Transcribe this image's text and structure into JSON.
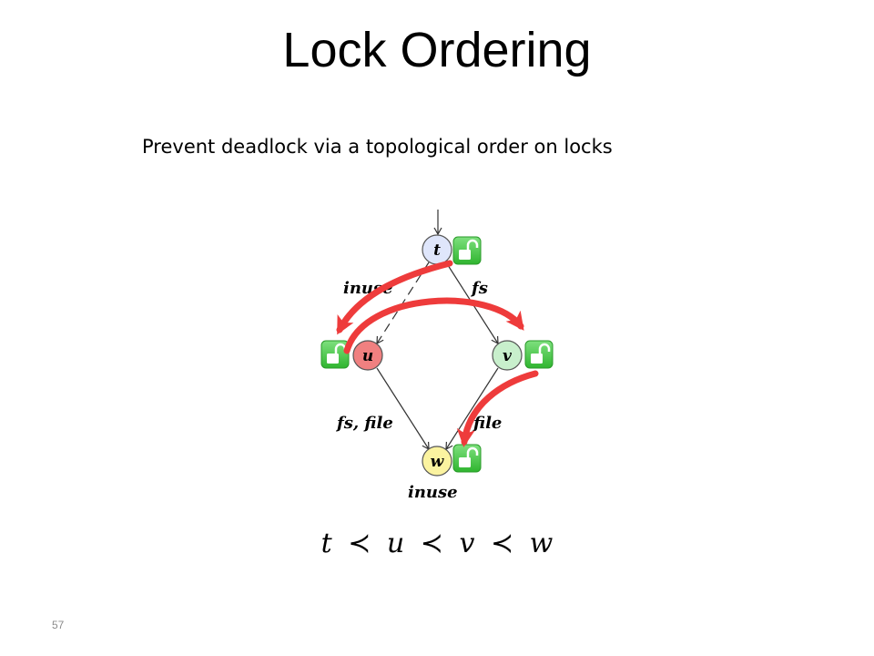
{
  "slide": {
    "title": "Lock Ordering",
    "subtitle": "Prevent deadlock via a topological order on locks",
    "page_number": "57"
  },
  "diagram": {
    "nodes": [
      {
        "id": "t",
        "label": "t",
        "color": "#dfe6fb"
      },
      {
        "id": "u",
        "label": "u",
        "color": "#f08080"
      },
      {
        "id": "v",
        "label": "v",
        "color": "#c8efcc"
      },
      {
        "id": "w",
        "label": "w",
        "color": "#fbf3a0"
      }
    ],
    "edge_labels": {
      "t_u": "inuse",
      "t_v": "fs",
      "u_w": "fs, file",
      "v_w": "file",
      "w_below": "inuse"
    },
    "lock_icons": [
      {
        "node": "t",
        "icon": "unlocked-padlock-icon"
      },
      {
        "node": "u",
        "icon": "unlocked-padlock-icon"
      },
      {
        "node": "v",
        "icon": "unlocked-padlock-icon"
      },
      {
        "node": "w",
        "icon": "unlocked-padlock-icon"
      }
    ],
    "colors": {
      "arrow": "#ee3b3b",
      "lock_green": "#3fc83f",
      "edge": "#333333"
    },
    "order": [
      "t",
      "≺",
      "u",
      "≺",
      "v",
      "≺",
      "w"
    ]
  }
}
